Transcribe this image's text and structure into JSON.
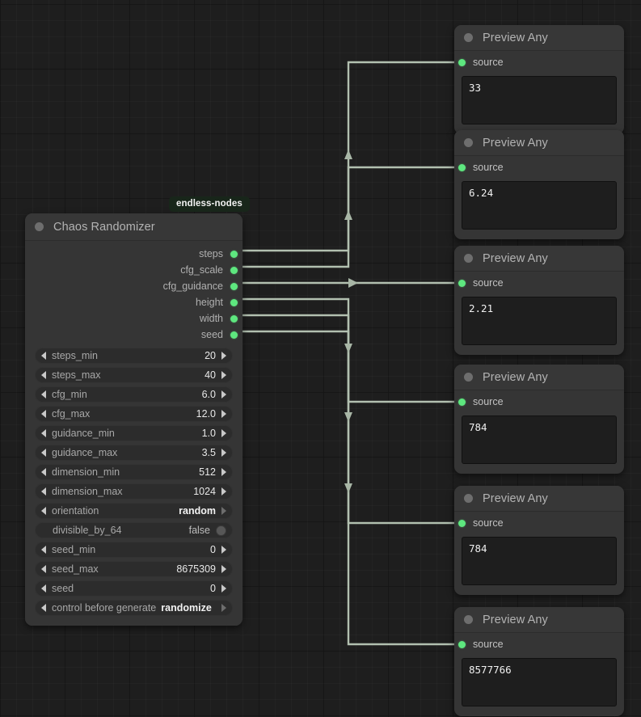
{
  "canvas": {
    "background": "#1e1e1e",
    "grid_minor": "20px",
    "grid_major": "80px",
    "link_color": "#b2c0b0",
    "slot_color": "#5ee77f"
  },
  "pack_badge": {
    "label": "endless-nodes"
  },
  "chaos_node": {
    "title": "Chaos Randomizer",
    "collapse_dot": "collapse-dot-icon",
    "outputs": [
      {
        "name": "steps"
      },
      {
        "name": "cfg_scale"
      },
      {
        "name": "cfg_guidance"
      },
      {
        "name": "height"
      },
      {
        "name": "width"
      },
      {
        "name": "seed"
      }
    ],
    "widgets": [
      {
        "type": "number",
        "name": "steps_min",
        "value": "20"
      },
      {
        "type": "number",
        "name": "steps_max",
        "value": "40"
      },
      {
        "type": "number",
        "name": "cfg_min",
        "value": "6.0"
      },
      {
        "type": "number",
        "name": "cfg_max",
        "value": "12.0"
      },
      {
        "type": "number",
        "name": "guidance_min",
        "value": "1.0"
      },
      {
        "type": "number",
        "name": "guidance_max",
        "value": "3.5"
      },
      {
        "type": "number",
        "name": "dimension_min",
        "value": "512"
      },
      {
        "type": "number",
        "name": "dimension_max",
        "value": "1024"
      },
      {
        "type": "combo",
        "name": "orientation",
        "value": "random"
      },
      {
        "type": "toggle",
        "name": "divisible_by_64",
        "value": "false"
      },
      {
        "type": "number",
        "name": "seed_min",
        "value": "0"
      },
      {
        "type": "number",
        "name": "seed_max",
        "value": "8675309"
      },
      {
        "type": "number",
        "name": "seed",
        "value": "0"
      },
      {
        "type": "combo",
        "name": "control before generate",
        "value": "randomize"
      }
    ]
  },
  "preview_nodes": [
    {
      "title": "Preview Any",
      "input": "source",
      "value": "33"
    },
    {
      "title": "Preview Any",
      "input": "source",
      "value": "6.24"
    },
    {
      "title": "Preview Any",
      "input": "source",
      "value": "2.21"
    },
    {
      "title": "Preview Any",
      "input": "source",
      "value": "784"
    },
    {
      "title": "Preview Any",
      "input": "source",
      "value": "784"
    },
    {
      "title": "Preview Any",
      "input": "source",
      "value": "8577766"
    }
  ]
}
